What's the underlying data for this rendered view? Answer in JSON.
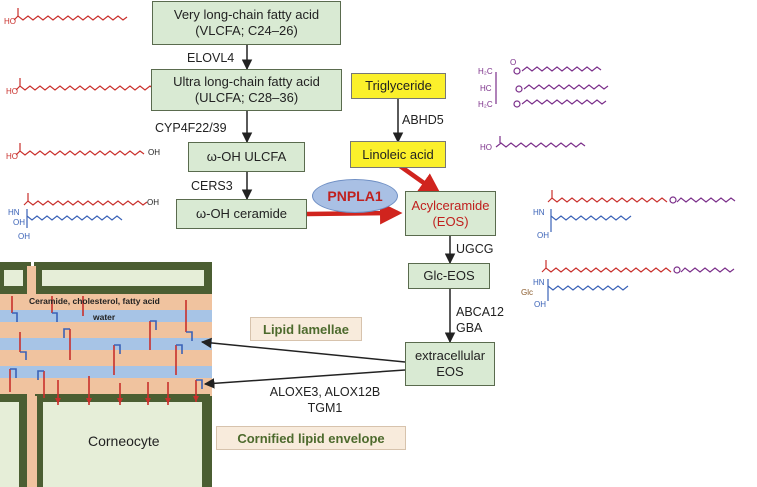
{
  "boxes": {
    "vlcfa": {
      "line1": "Very long-chain fatty acid",
      "line2": "(VLCFA; C24–26)"
    },
    "ulcfa": {
      "line1": "Ultra long-chain fatty acid",
      "line2": "(ULCFA; C28–36)"
    },
    "oh_ulcfa": "ω-OH ULCFA",
    "oh_ceramide": "ω-OH ceramide",
    "triglyceride": "Triglyceride",
    "linoleic": "Linoleic acid",
    "acylceramide": {
      "line1": "Acylceramide",
      "line2": "(EOS)"
    },
    "glc_eos": "Glc-EOS",
    "extracellular": {
      "line1": "extracellular",
      "line2": "EOS"
    }
  },
  "enzymes": {
    "elovl4": "ELOVL4",
    "cyp4f22": "CYP4F22/39",
    "cers3": "CERS3",
    "abhd5": "ABHD5",
    "ugcg": "UGCG",
    "abca12": "ABCA12",
    "gba": "GBA",
    "aloxe3": "ALOXE3, ALOX12B",
    "tgm1": "TGM1"
  },
  "pnpla1": "PNPLA1",
  "tags": {
    "lipid_lamellae": "Lipid lamellae",
    "cornified": "Cornified lipid envelope"
  },
  "membrane": {
    "top_label": "Ceramide, cholesterol, fatty acid",
    "water_label": "water",
    "corneocyte": "Corneocyte"
  },
  "structures": {
    "ho": "HO",
    "oh": "OH",
    "hn": "HN",
    "glc": "Glc",
    "h2c": "H₂C",
    "hc": "HC",
    "o": "O"
  },
  "colors": {
    "green_box": "#d9ead3",
    "yellow_box": "#fbf02b",
    "red_accent": "#c0201e",
    "pnpla1_fill": "#a9c0e4",
    "tag_fill": "#f8ebdc",
    "tag_text": "#4d6a2d",
    "corneocyte_border": "#4b5e32",
    "corneocyte_fill": "#e6eed8",
    "lamella_tan": "#f0c39f",
    "lamella_blue": "#a7c4e6",
    "chain_red": "#c9302c",
    "chain_blue": "#3a62b7",
    "chain_purple": "#7b2f8a"
  }
}
